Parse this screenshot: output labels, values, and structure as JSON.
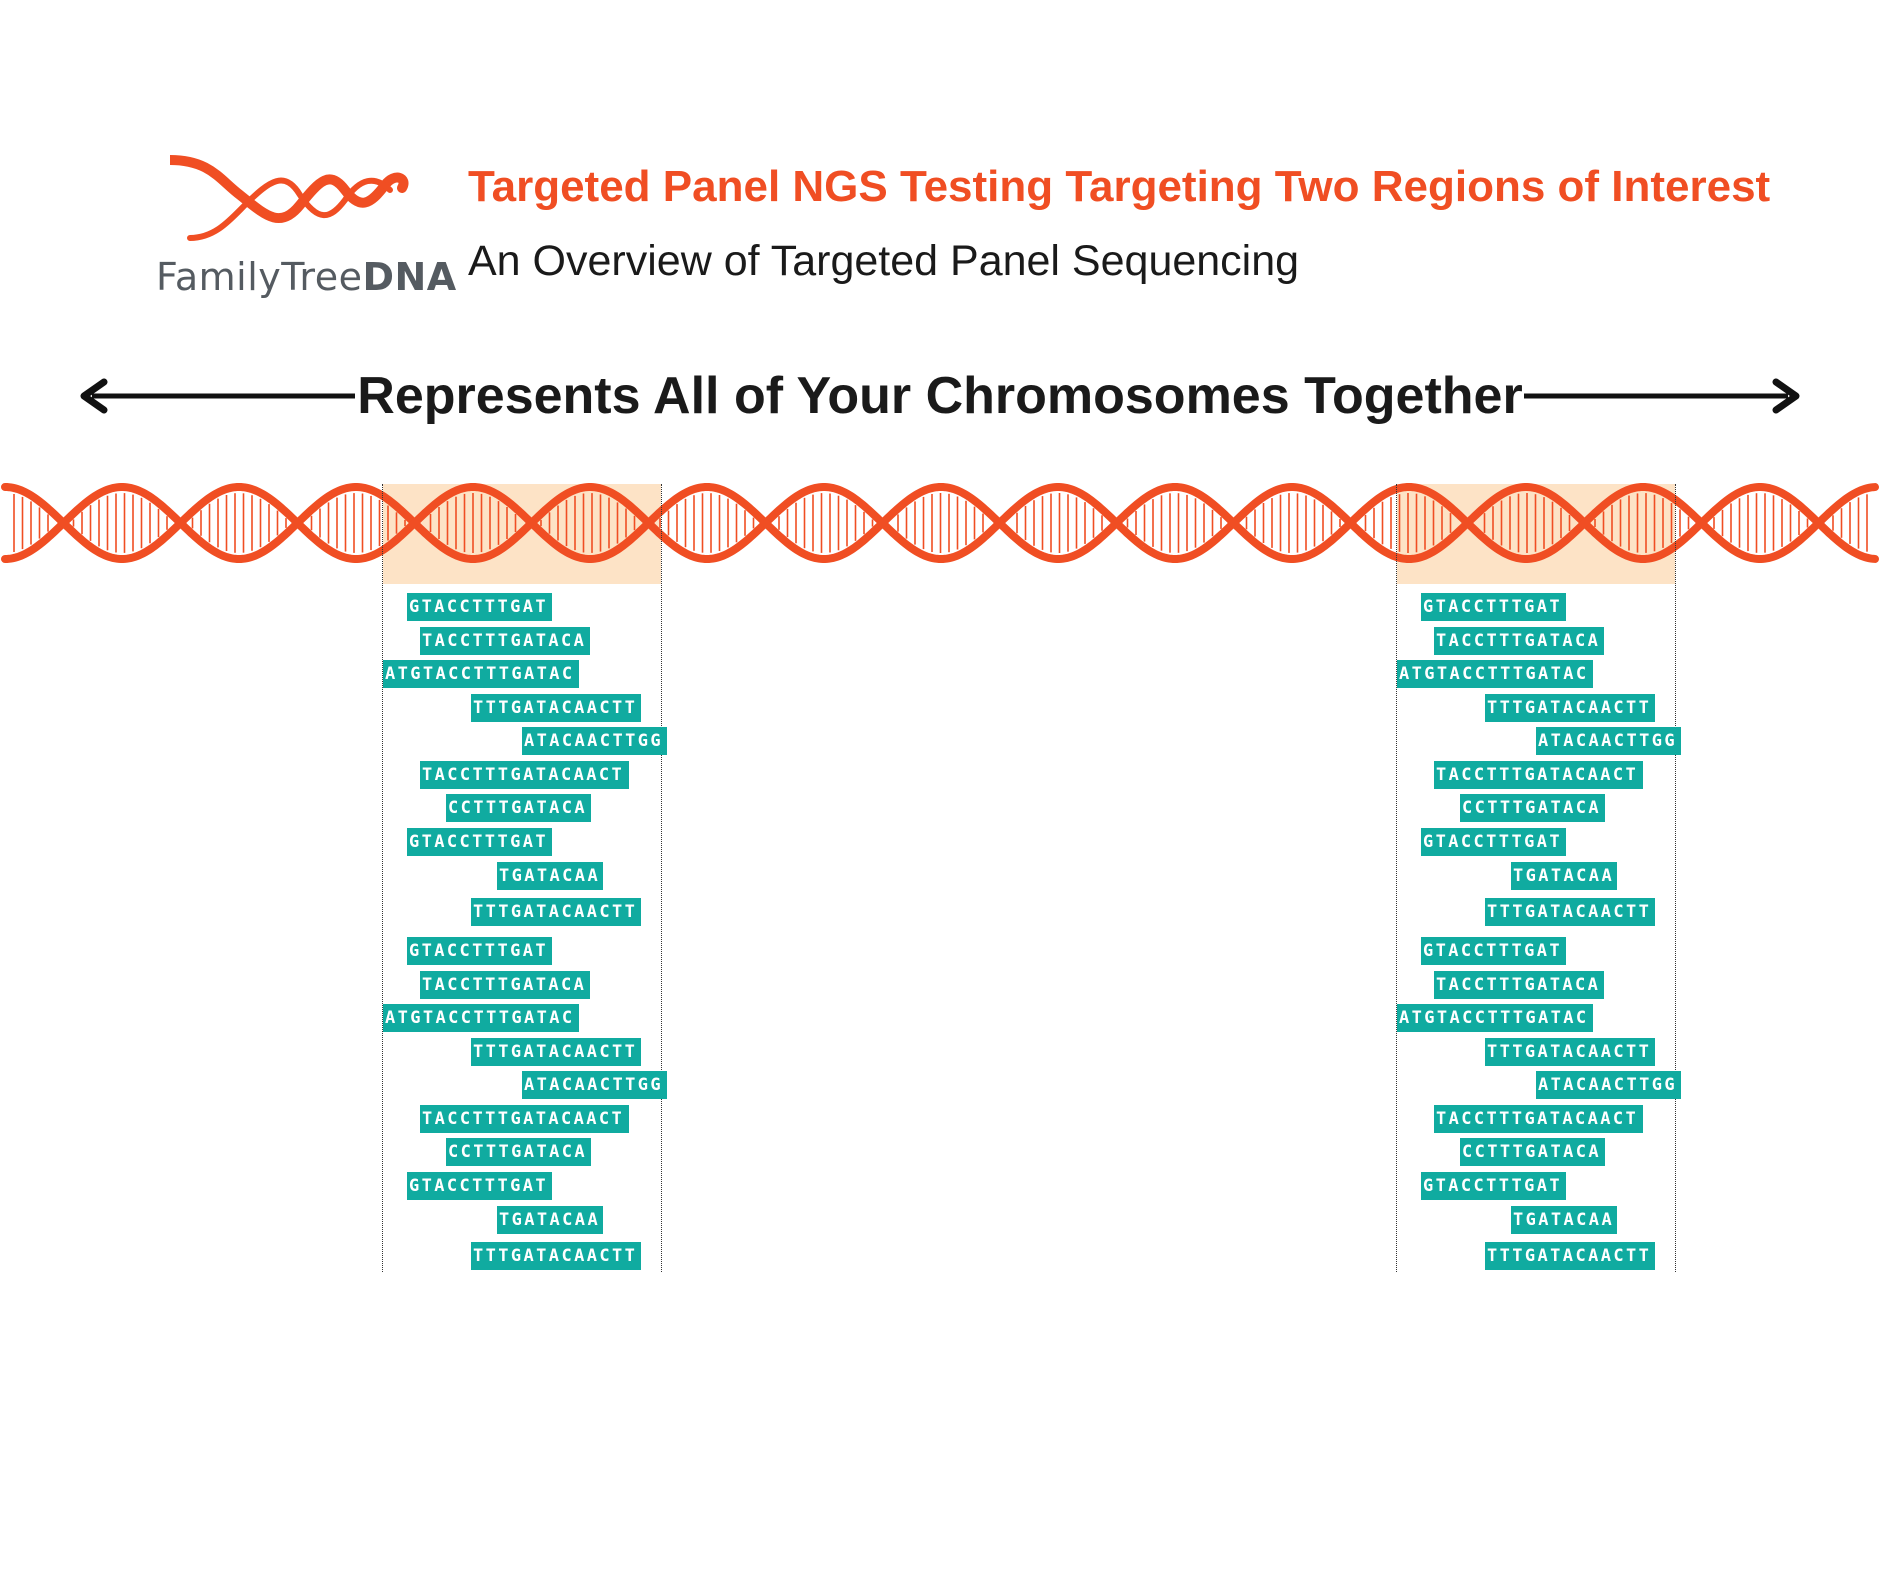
{
  "logo": {
    "brand_light": "FamilyTree",
    "brand_bold": "DNA"
  },
  "title": "Targeted Panel NGS Testing Targeting Two Regions of Interest",
  "subtitle": "An Overview of Targeted Panel Sequencing",
  "span_label": "Represents All of Your Chromosomes Together",
  "colors": {
    "accent": "#f04e23",
    "read": "#10aba0",
    "region_highlight": "#fde3c6",
    "text": "#1a1a1a"
  },
  "regions": [
    {
      "reads": [
        "GTACCTTTGAT",
        "TACCTTTGATACA",
        "ATGTACCTTTGATAC",
        "TTTGATACAACTT",
        "ATACAACTTGG",
        "TACCTTTGATACAACT",
        "CCTTTGATACA",
        "GTACCTTTGAT",
        "TGATACAA",
        "TTTGATACAACTT",
        "GTACCTTTGAT",
        "TACCTTTGATACA",
        "ATGTACCTTTGATAC",
        "TTTGATACAACTT",
        "ATACAACTTGG",
        "TACCTTTGATACAACT",
        "CCTTTGATACA",
        "GTACCTTTGAT",
        "TGATACAA",
        "TTTGATACAACTT"
      ]
    },
    {
      "reads": [
        "GTACCTTTGAT",
        "TACCTTTGATACA",
        "ATGTACCTTTGATAC",
        "TTTGATACAACTT",
        "ATACAACTTGG",
        "TACCTTTGATACAACT",
        "CCTTTGATACA",
        "GTACCTTTGAT",
        "TGATACAA",
        "TTTGATACAACTT",
        "GTACCTTTGAT",
        "TACCTTTGATACA",
        "ATGTACCTTTGATAC",
        "TTTGATACAACTT",
        "ATACAACTTGG",
        "TACCTTTGATACAACT",
        "CCTTTGATACA",
        "GTACCTTTGAT",
        "TGATACAA",
        "TTTGATACAACTT"
      ]
    }
  ]
}
